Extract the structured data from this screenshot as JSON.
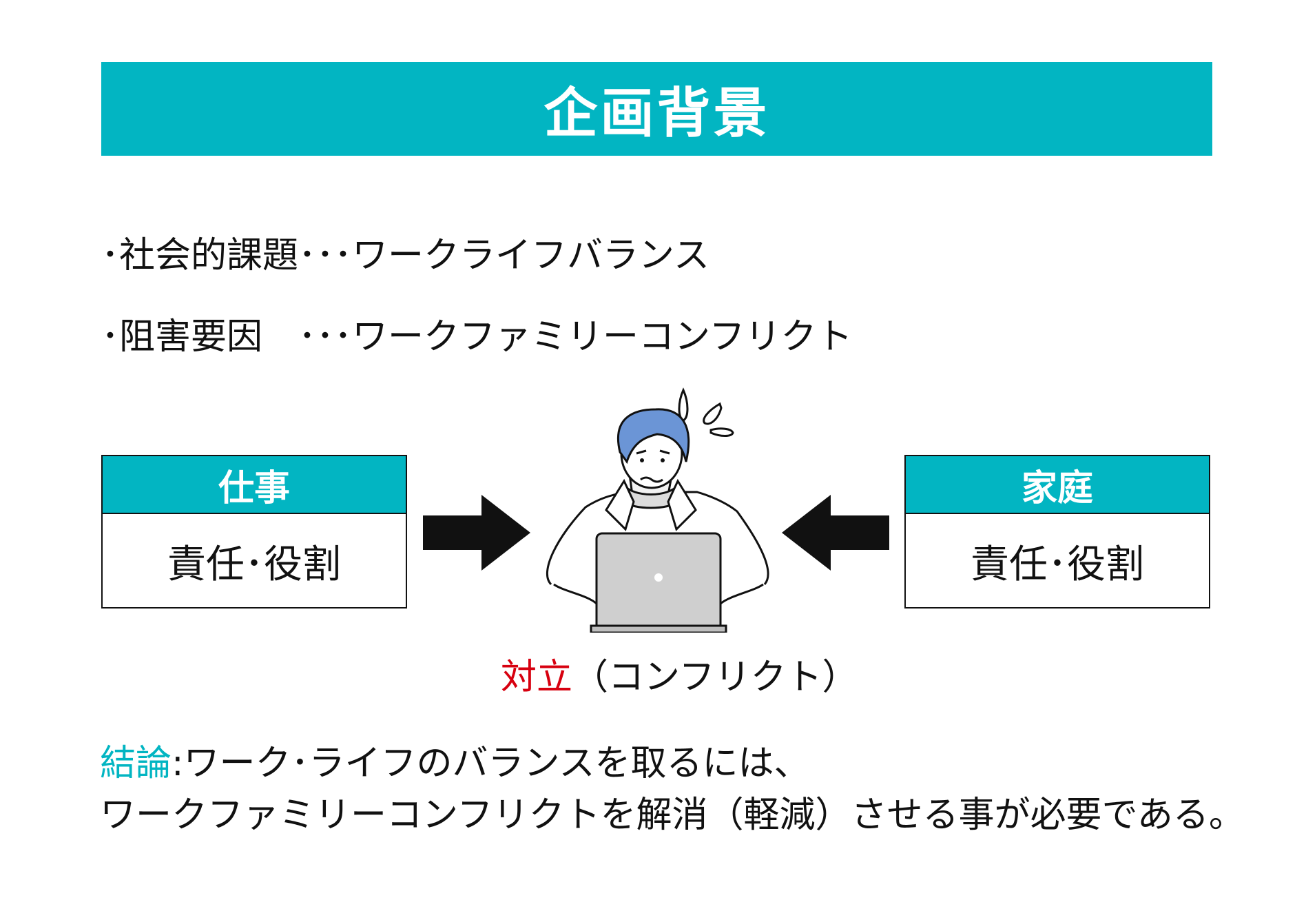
{
  "title": "企画背景",
  "bullets": [
    "･社会的課題･･･ワークライフバランス",
    "･阻害要因　･･･ワークファミリーコンフリクト"
  ],
  "work_box": {
    "header": "仕事",
    "body": "責任･役割"
  },
  "family_box": {
    "header": "家庭",
    "body": "責任･役割"
  },
  "conflict": {
    "label": "対立",
    "note": "（コンフリクト）"
  },
  "conclusion": {
    "label": "結論",
    "line1": ":ワーク･ライフのバランスを取るには、",
    "line2": "ワークファミリーコンフリクトを解消（軽減）させる事が必要である。"
  },
  "icons": [
    "arrow-right-icon",
    "arrow-left-icon",
    "stressed-person-laptop-illustration"
  ],
  "colors": {
    "accent": "#02b5c2",
    "conflict": "#d7000f",
    "text": "#111111"
  }
}
